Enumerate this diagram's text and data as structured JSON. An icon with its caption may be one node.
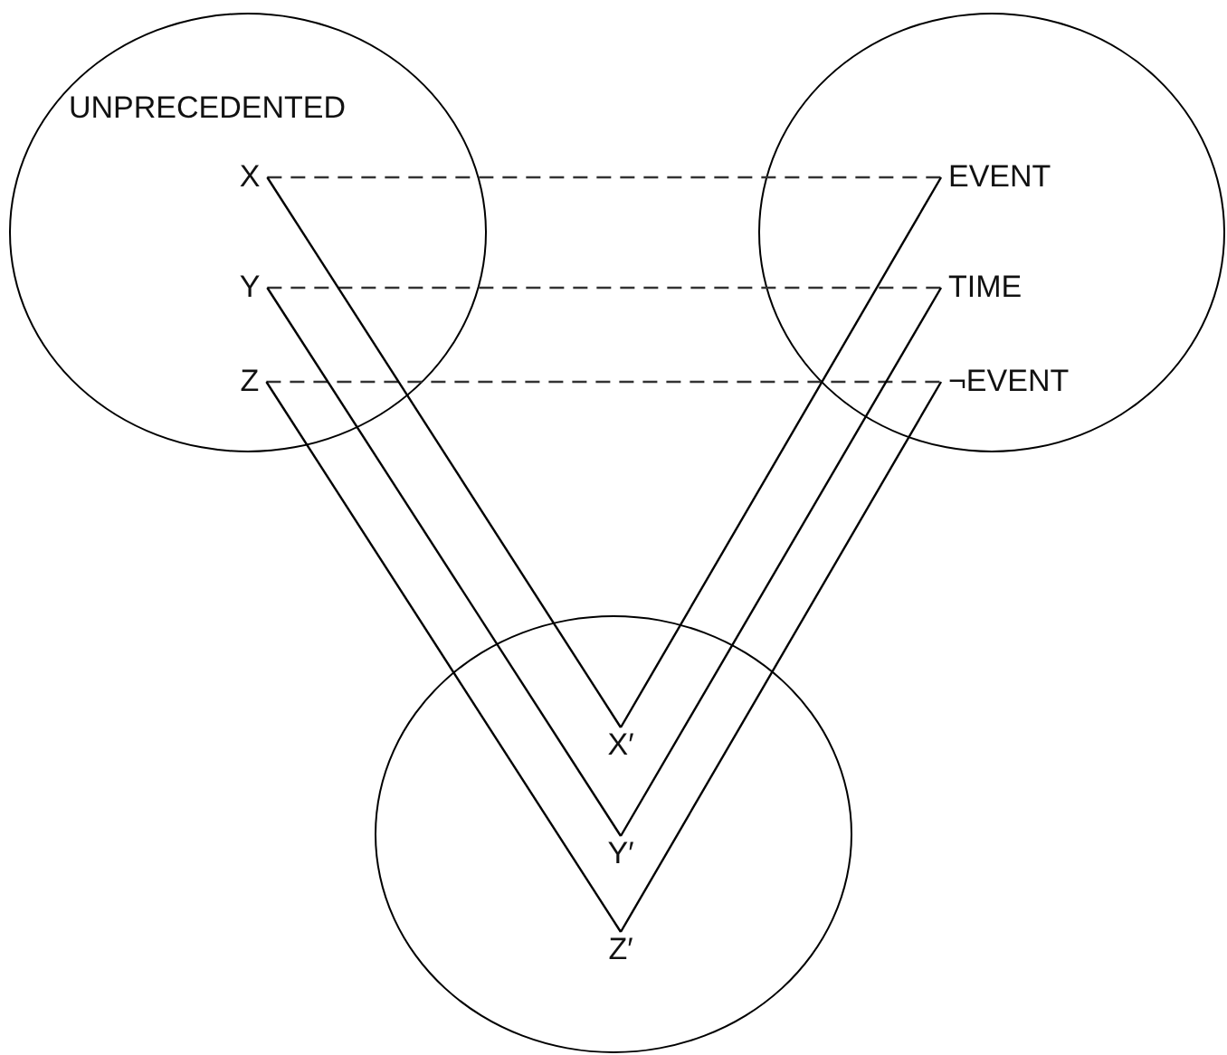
{
  "diagram": {
    "nodes": [
      {
        "text": [
          "UNPRECEDENTED"
        ]
      },
      {
        "text": [
          "X"
        ],
        "in": 0
      },
      {
        "text": [
          "Y"
        ],
        "in": 0
      },
      {
        "text": [
          "Z"
        ],
        "in": 0
      },
      {
        "text": [],
        "shape": "circle"
      },
      {
        "text": [
          "EVENT"
        ],
        "in": 4
      },
      {
        "text": [
          "TIME"
        ],
        "in": 4
      },
      {
        "text": [
          "¬EVENT"
        ],
        "in": 4
      },
      {
        "text": [],
        "shape": "circle"
      },
      {
        "text": [
          "X′"
        ],
        "in": 8
      },
      {
        "text": [
          "Y′"
        ],
        "in": 8
      },
      {
        "text": [
          "Z′"
        ],
        "in": 8
      }
    ],
    "edges": [
      {
        "from": 1,
        "to": 5,
        "arrow": "none",
        "style": "dashed"
      },
      {
        "from": 2,
        "to": 6,
        "arrow": "none",
        "style": "dashed"
      },
      {
        "from": 3,
        "to": 7,
        "arrow": "none",
        "style": "dashed"
      },
      {
        "from": 1,
        "to": 9,
        "arrow": "none"
      },
      {
        "from": 9,
        "to": 5,
        "arrow": "none"
      },
      {
        "from": 2,
        "to": 10,
        "arrow": "none"
      },
      {
        "from": 10,
        "to": 6,
        "arrow": "none"
      },
      {
        "from": 3,
        "to": 11,
        "arrow": "none"
      },
      {
        "from": 11,
        "to": 7,
        "arrow": "none"
      }
    ]
  }
}
